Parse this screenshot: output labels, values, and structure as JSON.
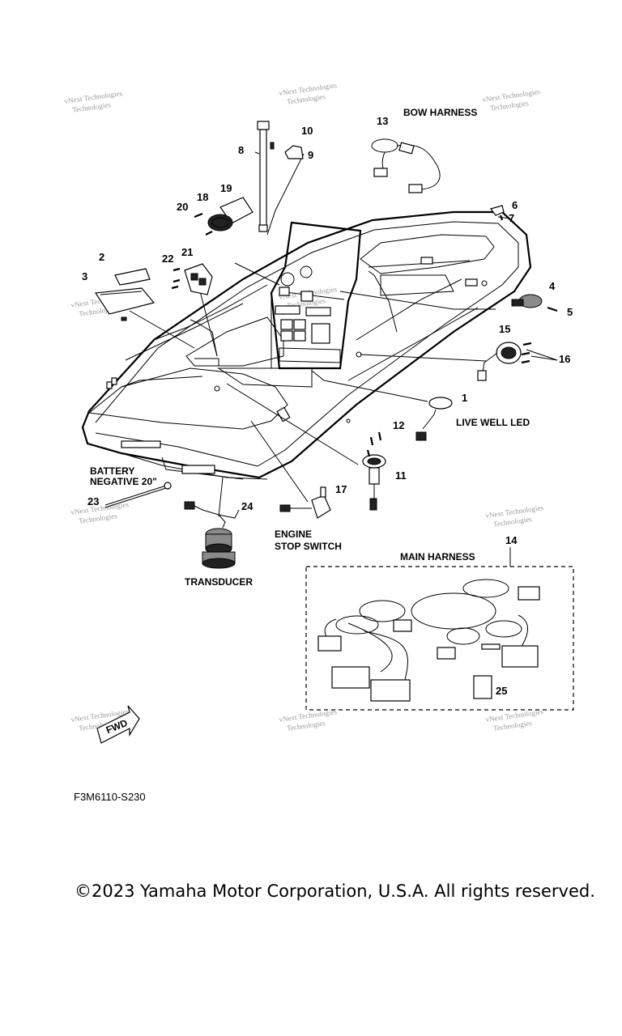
{
  "callouts": {
    "n1": "1",
    "n2": "2",
    "n3": "3",
    "n4": "4",
    "n5": "5",
    "n6": "6",
    "n7": "7",
    "n8": "8",
    "n9": "9",
    "n10": "10",
    "n11": "11",
    "n12": "12",
    "n13": "13",
    "n14": "14",
    "n15": "15",
    "n16": "16",
    "n17": "17",
    "n18": "18",
    "n19": "19",
    "n20": "20",
    "n21": "21",
    "n22": "22",
    "n23": "23",
    "n24": "24",
    "n25": "25"
  },
  "labels": {
    "bow_harness": "BOW HARNESS",
    "live_well_led": "LIVE WELL LED",
    "battery_line1": "BATTERY",
    "battery_line2": "NEGATIVE 20\"",
    "engine_line1": "ENGINE",
    "engine_line2": "STOP SWITCH",
    "transducer": "TRANSDUCER",
    "main_harness": "MAIN HARNESS",
    "fwd": "FWD"
  },
  "watermark": {
    "line1": "vNext Technologies",
    "line2": "Technologies"
  },
  "diagram_code": "F3M6110-S230",
  "copyright": "©2023 Yamaha Motor Corporation, U.S.A. All rights reserved."
}
